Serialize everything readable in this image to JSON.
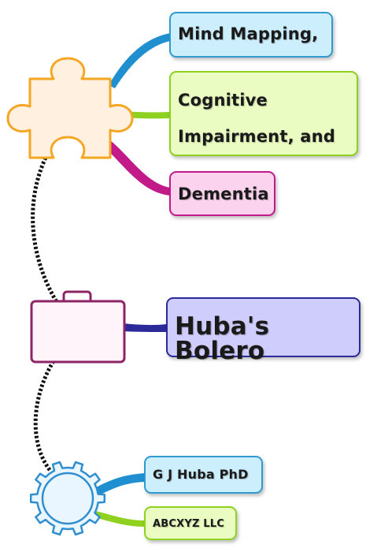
{
  "nodes": {
    "mind_mapping": "Mind Mapping,",
    "cognitive_line1": "Cognitive",
    "cognitive_line2": "Impairment, and",
    "dementia": "Dementia",
    "huba_bolero": "Huba's Bolero",
    "author": "G J Huba PhD",
    "company": "ABCXYZ LLC"
  },
  "icons": [
    "puzzle-piece-icon",
    "briefcase-icon",
    "gear-icon"
  ],
  "colors": {
    "blue_branch": "#1f8fd0",
    "green_branch": "#8fd11f",
    "magenta_branch": "#c21a88",
    "navy_branch": "#2b2a9a",
    "puzzle_fill": "#fff0e0",
    "puzzle_stroke": "#f5a623",
    "briefcase_fill": "#fff4fa",
    "briefcase_stroke": "#8e2466",
    "gear_fill": "#eaf6ff",
    "gear_stroke": "#2f8fd0",
    "connector": "#111111"
  }
}
